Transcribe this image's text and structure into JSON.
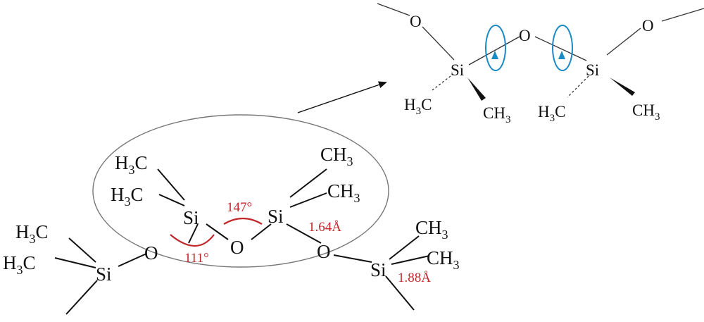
{
  "colors": {
    "ink": "#111111",
    "measure": "#c0282b",
    "rotation": "#1a8ac4",
    "ellipse": "#777777"
  },
  "atoms": {
    "si": "Si",
    "o": "O",
    "h": "H",
    "c": "C",
    "three": "3"
  },
  "measurements": {
    "angle_si_o_si": "147°",
    "angle_o_si_o": "111°",
    "bond_si_o": "1.64Å",
    "bond_si_c": "1.88Å"
  },
  "icons": {
    "rotation": "rotation-arrow-icon",
    "callout": "callout-arrow-icon"
  }
}
